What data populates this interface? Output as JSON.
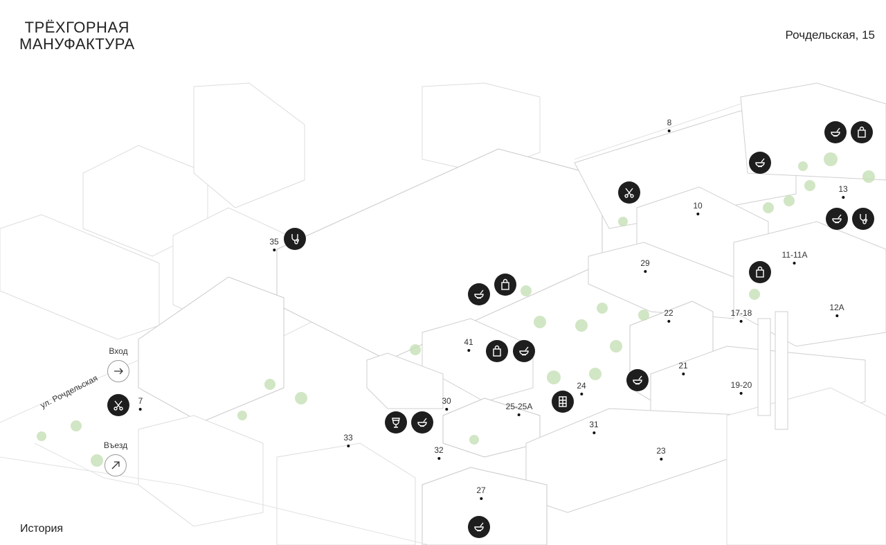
{
  "header": {
    "logo_line1": "ТРЁХГОРНАЯ",
    "logo_line2": "МАНУФАКТУРА",
    "address": "Рочдельская, 15"
  },
  "map": {
    "street_label": "ул. Рочдельская",
    "entrance_label": "Вход",
    "drive_in_label": "Въезд",
    "buildings": [
      "8",
      "10",
      "13",
      "11-11A",
      "12A",
      "17-18",
      "29",
      "22",
      "21",
      "19-20",
      "24",
      "25-25A",
      "31",
      "23",
      "30",
      "33",
      "32",
      "27",
      "41",
      "35",
      "7"
    ],
    "markers": [
      "bowl",
      "bag",
      "bowl",
      "scissors",
      "bowl",
      "stethoscope",
      "bag",
      "stethoscope",
      "bowl",
      "bag",
      "bag",
      "bowl",
      "bowl",
      "grid",
      "glass",
      "bowl",
      "scissors",
      "bowl"
    ],
    "colors": {
      "marker": "#1e1e1e",
      "tree": "#b9d8a8",
      "line": "#d6d6d6"
    }
  },
  "nav": {
    "history": "История"
  }
}
